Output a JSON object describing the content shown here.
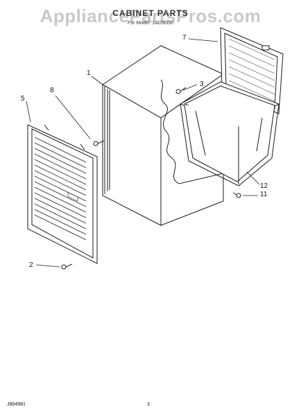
{
  "header": {
    "watermark": "AppliancePartsPros.com",
    "title": "CABINET PARTS",
    "subtitle": "For Model: 1AD50G0"
  },
  "callouts": {
    "c1": "1",
    "c2": "2",
    "c3": "3",
    "c5": "5",
    "c7": "7",
    "c8": "8",
    "c11": "11",
    "c12": "12"
  },
  "footer": {
    "code": "J864981",
    "page": "3"
  },
  "colors": {
    "line": "#1a1a1a",
    "watermark": "#c9c9c9"
  }
}
